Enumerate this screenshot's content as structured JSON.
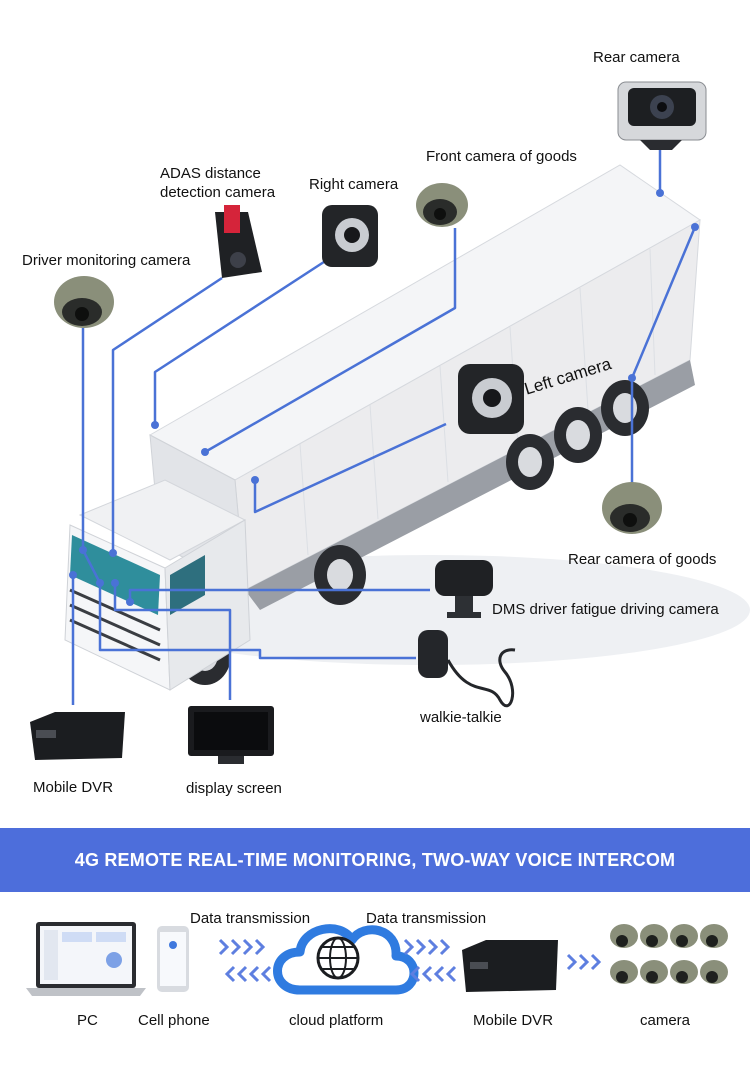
{
  "labels": {
    "rear_camera": "Rear camera",
    "front_camera_goods": "Front camera of goods",
    "right_camera": "Right camera",
    "adas_line1": "ADAS distance",
    "adas_line2": "detection camera",
    "driver_monitoring": "Driver monitoring camera",
    "left_camera": "Left camera",
    "rear_camera_goods": "Rear camera of goods",
    "dms_camera": "DMS driver fatigue driving camera",
    "walkie_talkie": "walkie-talkie",
    "mobile_dvr": "Mobile DVR",
    "display_screen": "display screen"
  },
  "banner": {
    "title": "4G REMOTE REAL-TIME MONITORING, TWO-WAY VOICE INTERCOM"
  },
  "flow": {
    "data_transmission_left": "Data transmission",
    "data_transmission_right": "Data transmission",
    "pc": "PC",
    "cell_phone": "Cell phone",
    "cloud_platform": "cloud platform",
    "mobile_dvr": "Mobile DVR",
    "camera": "camera"
  },
  "colors": {
    "line": "#4a72d6",
    "banner": "#4d6edb",
    "cloud": "#2f7be0",
    "arrow": "#5e7fe0"
  }
}
